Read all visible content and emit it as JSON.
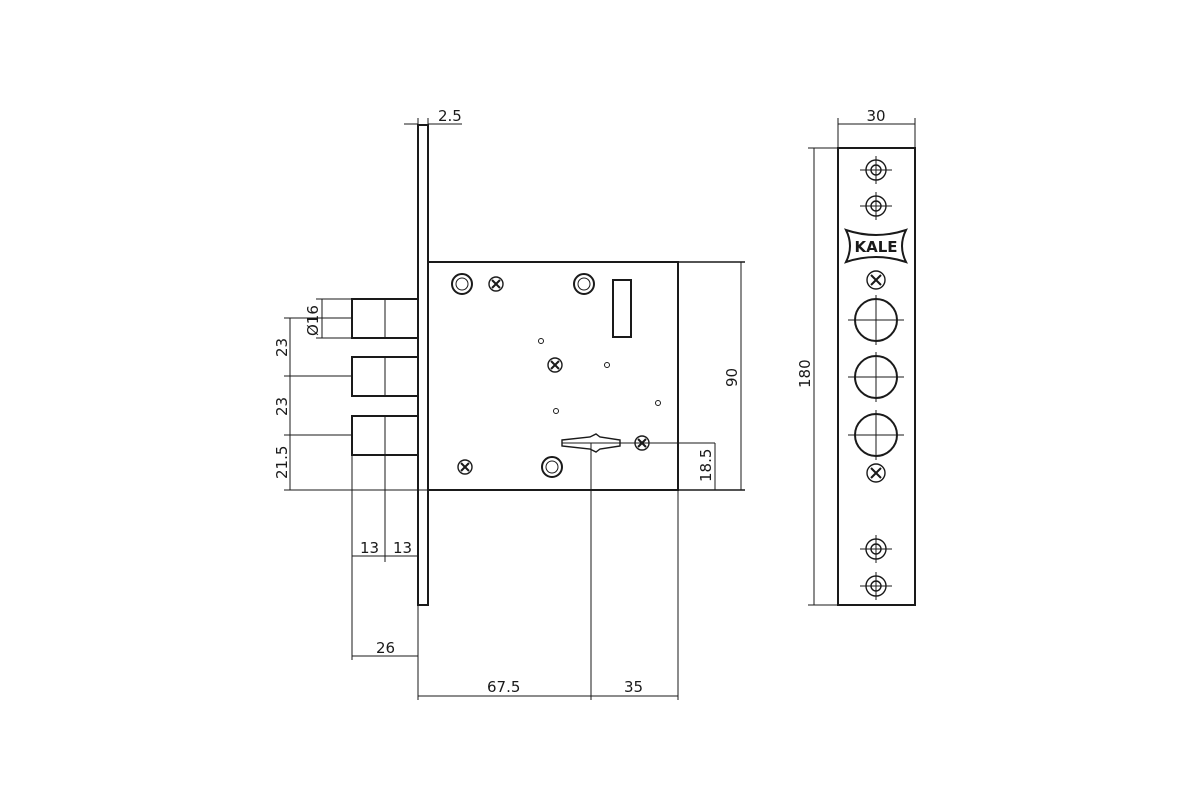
{
  "drawing": {
    "subject": "mortise-lock-technical-drawing",
    "logo_text": "KALE",
    "dimensions": {
      "plate_thickness": "2.5",
      "faceplate_width": "30",
      "faceplate_height": "180",
      "body_height": "90",
      "keyhole_offset": "18.5",
      "bolt_diameter": "Ø16",
      "bolt_spacing_1": "23",
      "bolt_spacing_2": "23",
      "bottom_offset": "21.5",
      "bolt_step_1": "13",
      "bolt_step_2": "13",
      "bolt_throw": "26",
      "backset": "67.5",
      "rear_depth": "35"
    }
  }
}
